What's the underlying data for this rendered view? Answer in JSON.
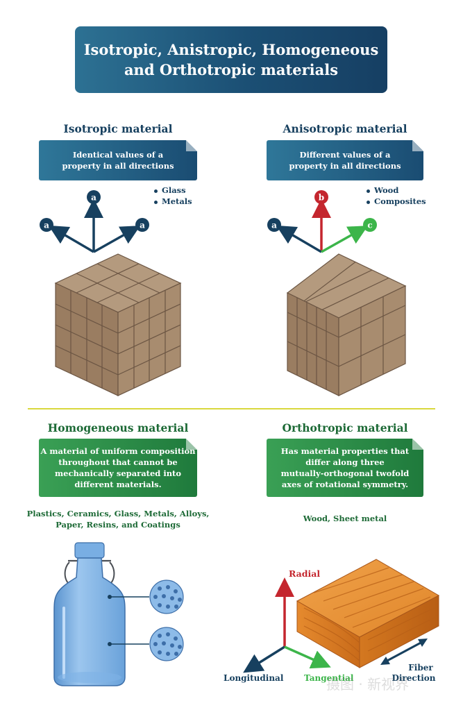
{
  "title": {
    "line1": "Isotropic, Anistropic,  Homogeneous",
    "line2": "and Orthotropic materials"
  },
  "isotropic": {
    "heading": "Isotropic material",
    "note_line1": "Identical values of a",
    "note_line2": "property in all directions",
    "examples": [
      "Glass",
      "Metals"
    ],
    "axes": [
      "a",
      "a",
      "a"
    ]
  },
  "anisotropic": {
    "heading": "Anisotropic material",
    "note_line1": "Different values of a",
    "note_line2": "property in all directions",
    "examples": [
      "Wood",
      "Composites"
    ],
    "axes": [
      "a",
      "b",
      "c"
    ]
  },
  "homogeneous": {
    "heading": "Homogeneous material",
    "note_lines": [
      "A material of uniform composition",
      "throughout that cannot be",
      "mechanically separated into",
      "different materials."
    ],
    "examples_line1": "Plastics, Ceramics, Glass, Metals, Alloys,",
    "examples_line2": "Paper, Resins, and Coatings"
  },
  "orthotropic": {
    "heading": "Orthotropic material",
    "note_lines": [
      "Has material properties that",
      "differ along three",
      "mutually-orthogonal twofold",
      "axes of rotational symmetry."
    ],
    "examples": "Wood, Sheet metal",
    "axis_labels": {
      "radial": "Radial",
      "longitudinal": "Longitudinal",
      "tangential": "Tangential",
      "fiber_line1": "Fiber",
      "fiber_line2": "Direction"
    }
  },
  "colors": {
    "navy": "#17405f",
    "red": "#c4262e",
    "green": "#3cb54a",
    "dark_green": "#1d6a36",
    "divider": "#d9d83c"
  },
  "watermark": "摄图 · 新视界"
}
